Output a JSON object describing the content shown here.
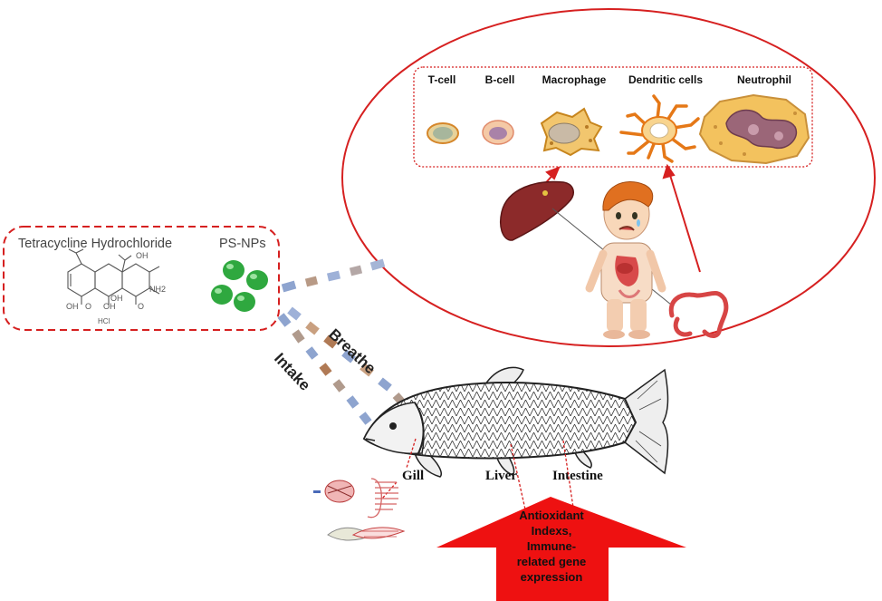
{
  "compounds": {
    "drug_label": "Tetracycline Hydrochloride",
    "particle_label": "PS-NPs",
    "salt_label": "HCl",
    "atoms": {
      "oh1": "OH",
      "nh2": "NH2",
      "oh2": "OH",
      "o1": "O",
      "oh3": "OH",
      "oh4": "OH",
      "o2": "O"
    }
  },
  "routes": {
    "intake": "Intake",
    "breathe": "Breathe"
  },
  "immune_cells": [
    "T-cell",
    "B-cell",
    "Macrophage",
    "Dendritic cells",
    "Neutrophil"
  ],
  "organs": {
    "gill": "Gill",
    "liver": "Liver",
    "intestine": "Intestine"
  },
  "outcome": {
    "lines": [
      "Antioxidant",
      "Indexs,",
      "Immune-",
      "related gene",
      "expression"
    ]
  },
  "colors": {
    "accent_red": "#d62020",
    "arrow_red": "#ee1111",
    "nanoparticle_green": "#2fa83f",
    "dash_blue": "#8ea4cf",
    "dash_brown": "#b07a55"
  }
}
